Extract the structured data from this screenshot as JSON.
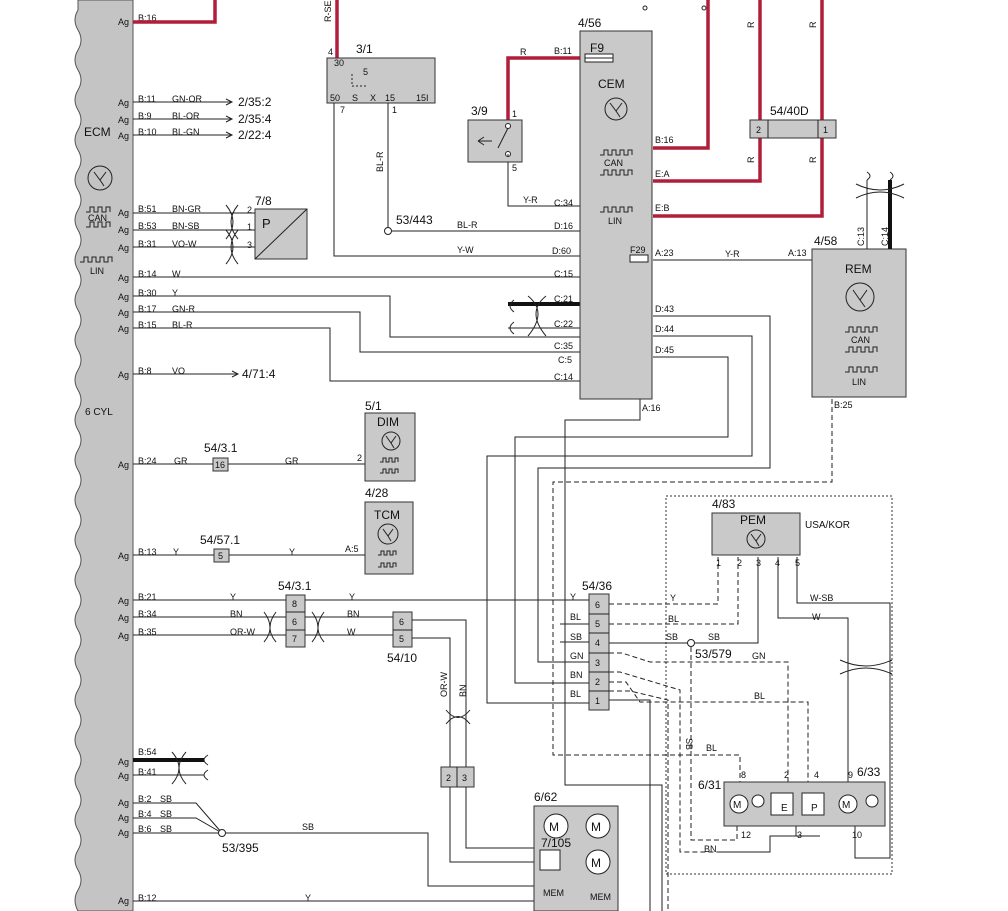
{
  "ecm": {
    "name": "ECM",
    "variant": "6 CYL",
    "pins": [
      {
        "pin": "B:16",
        "wire": "",
        "dest": ""
      },
      {
        "pin": "B:11",
        "wire": "GN-OR",
        "dest": "2/35:2"
      },
      {
        "pin": "B:9",
        "wire": "BL-OR",
        "dest": "2/35:4"
      },
      {
        "pin": "B:10",
        "wire": "BL-GN",
        "dest": "2/22:4"
      },
      {
        "pin": "B:51",
        "wire": "BN-GR",
        "dest": ""
      },
      {
        "pin": "B:53",
        "wire": "BN-SB",
        "dest": ""
      },
      {
        "pin": "B:31",
        "wire": "VO-W",
        "dest": ""
      },
      {
        "pin": "B:14",
        "wire": "W",
        "dest": ""
      },
      {
        "pin": "B:30",
        "wire": "Y",
        "dest": ""
      },
      {
        "pin": "B:17",
        "wire": "GN-R",
        "dest": ""
      },
      {
        "pin": "B:15",
        "wire": "BL-R",
        "dest": ""
      },
      {
        "pin": "B:8",
        "wire": "VO",
        "dest": "4/71:4"
      },
      {
        "pin": "B:24",
        "wire": "GR",
        "dest": ""
      },
      {
        "pin": "B:13",
        "wire": "Y",
        "dest": ""
      },
      {
        "pin": "B:21",
        "wire": "Y",
        "dest": ""
      },
      {
        "pin": "B:34",
        "wire": "BN",
        "dest": ""
      },
      {
        "pin": "B:35",
        "wire": "OR-W",
        "dest": ""
      },
      {
        "pin": "B:54",
        "wire": "",
        "dest": ""
      },
      {
        "pin": "B:41",
        "wire": "",
        "dest": ""
      },
      {
        "pin": "B:2",
        "wire": "SB",
        "dest": ""
      },
      {
        "pin": "B:4",
        "wire": "SB",
        "dest": ""
      },
      {
        "pin": "B:6",
        "wire": "SB",
        "dest": ""
      },
      {
        "pin": "B:12",
        "wire": "Y",
        "dest": ""
      }
    ],
    "ag": "Ag"
  },
  "labels": {
    "can": "CAN",
    "lin": "LIN",
    "rse": "R-SE",
    "r": "R",
    "usa_kor": "USA/KOR"
  },
  "components": {
    "relay": {
      "id": "3/1",
      "p30": "30",
      "p4": "4",
      "p5": "5",
      "bottom": [
        "50",
        "S",
        "X",
        "15",
        "15I"
      ],
      "p7": "7",
      "p1": "1",
      "wire": "BL-R"
    },
    "switch": {
      "id": "3/9",
      "p1": "1",
      "p5": "5"
    },
    "pedal": {
      "id": "7/8",
      "letter": "P",
      "pins": [
        "2",
        "1",
        "3"
      ]
    },
    "cem": {
      "id": "4/56",
      "name": "CEM",
      "fuse": "F9",
      "fuse2": "F29",
      "left_pins": [
        "B:11",
        "C:34",
        "D:16",
        "D:60",
        "C:15",
        "C:21",
        "C:22",
        "C:35",
        "C:5",
        "C:14"
      ],
      "right_pins": [
        "B:16",
        "E:A",
        "E:B",
        "A:23",
        "D:43",
        "D:44",
        "D:45"
      ],
      "bottom_pin": "A:16"
    },
    "splice_443": {
      "id": "53/443",
      "wire": "BL-R"
    },
    "wire_yw": "Y-W",
    "wire_yr": "Y-R",
    "conn_54_40d": {
      "id": "54/40D",
      "pins": [
        "2",
        "1"
      ]
    },
    "rem": {
      "id": "4/58",
      "name": "REM",
      "pin_a": "A:13",
      "pin_b": "B:25",
      "top": [
        "C:13",
        "C:14"
      ]
    },
    "dim": {
      "id": "5/1",
      "name": "DIM",
      "pin": "2",
      "conn": "54/3.1",
      "conn_pin": "16"
    },
    "tcm": {
      "id": "4/28",
      "name": "TCM",
      "pin": "A:5",
      "conn": "54/57.1",
      "conn_pin": "5"
    },
    "conn_54_3_1b": {
      "id": "54/3.1",
      "pins": [
        "8",
        "6",
        "7"
      ],
      "w1": "Y",
      "w2": "BN",
      "w3": "W"
    },
    "conn_54_10": {
      "id": "54/10",
      "pins": [
        "6",
        "5"
      ]
    },
    "conn_54_36": {
      "id": "54/36",
      "pins": [
        "6",
        "5",
        "4",
        "3",
        "2",
        "1"
      ],
      "colors": [
        "Y",
        "BL",
        "SB",
        "GN",
        "BN",
        "BL"
      ]
    },
    "pem": {
      "id": "4/83",
      "name": "PEM",
      "pins": [
        "1",
        "2",
        "3",
        "4",
        "5"
      ]
    },
    "splice_579": {
      "id": "53/579"
    },
    "pump": {
      "id": "6/31",
      "id2": "6/33",
      "pins_top": [
        "8",
        "2",
        "4",
        "9"
      ],
      "pins_bottom": [
        "12",
        "3",
        "10"
      ],
      "e": "E",
      "p": "P"
    },
    "splice_395": {
      "id": "53/395",
      "wire": "SB"
    },
    "motor": {
      "id": "6/62",
      "id2": "7/105",
      "mx": "M",
      "my": "M",
      "mf": "M",
      "mem": "MEM"
    },
    "conn_23": {
      "pins": [
        "2",
        "3"
      ]
    },
    "wires_extra": {
      "orw": "OR-W",
      "bn": "BN",
      "wsb": "W-SB",
      "w": "W",
      "gn": "GN",
      "bl": "BL",
      "sb": "SB",
      "y": "Y"
    }
  }
}
